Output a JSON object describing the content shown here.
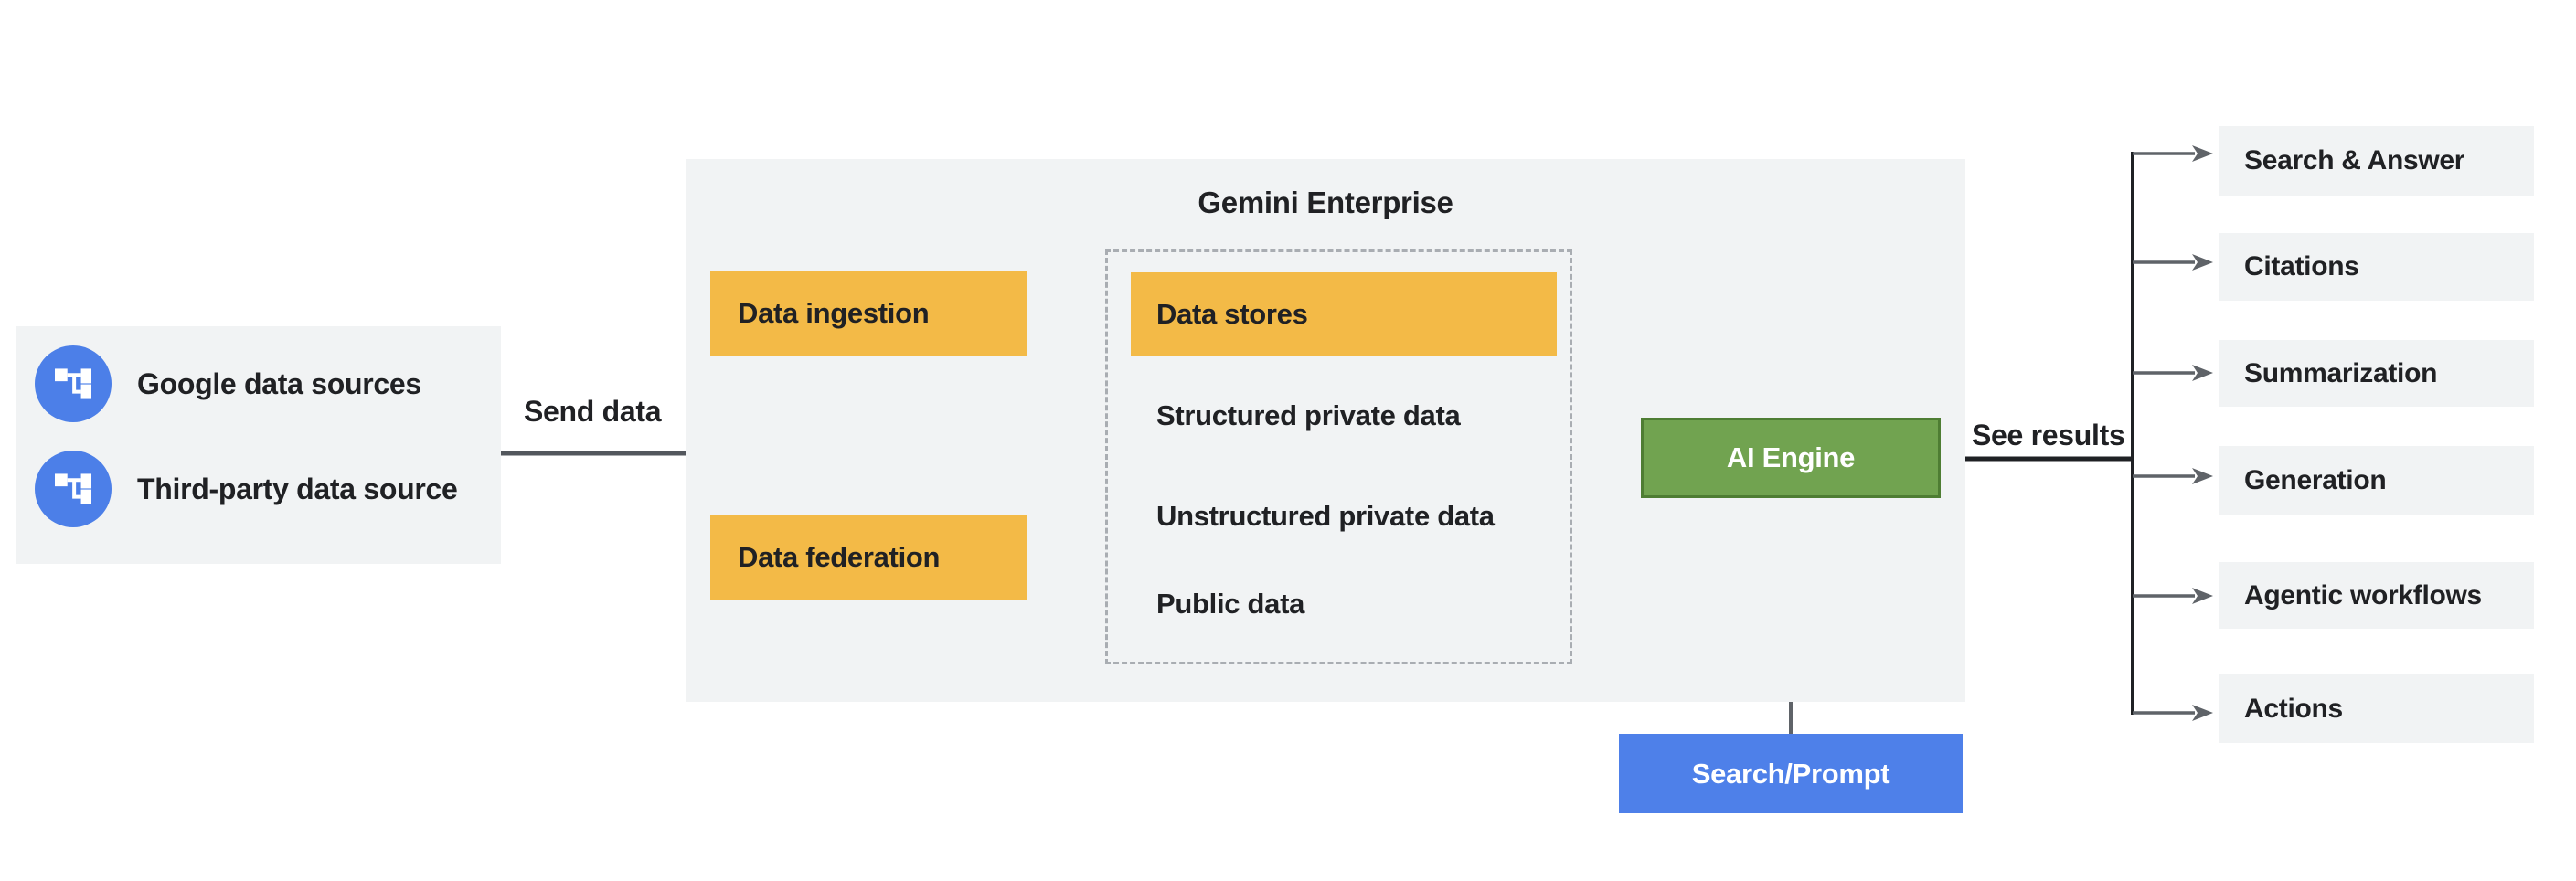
{
  "diagram": {
    "sources_panel": {
      "items": [
        {
          "label": "Google data sources"
        },
        {
          "label": "Third-party data source"
        }
      ]
    },
    "edge_labels": {
      "send_data": "Send data",
      "see_results": "See results"
    },
    "gemini": {
      "title": "Gemini Enterprise",
      "ingestion_label": "Data ingestion",
      "federation_label": "Data federation",
      "data_store_panel": {
        "header": "Data stores",
        "items": [
          "Structured private data",
          "Unstructured private data",
          "Public data"
        ]
      }
    },
    "ai_engine_label": "AI Engine",
    "search_prompt_label": "Search/Prompt",
    "outputs": {
      "items": [
        {
          "label": "Search & Answer"
        },
        {
          "label": "Citations"
        },
        {
          "label": "Summarization"
        },
        {
          "label": "Generation"
        },
        {
          "label": "Agentic workflows"
        },
        {
          "label": "Actions"
        }
      ]
    },
    "colors": {
      "accent_yellow": "#F3BA47",
      "accent_green": "#71A350",
      "green_border": "#4E7D33",
      "accent_blue": "#4E80E9",
      "icon_circle_blue": "#4C7FE8",
      "panel_gray": "#F1F3F4",
      "arrow_gray": "#5F6368",
      "line_dark": "#1F2124",
      "dashed_border_gray": "#A9ADB2",
      "text_dark": "#202124"
    }
  }
}
